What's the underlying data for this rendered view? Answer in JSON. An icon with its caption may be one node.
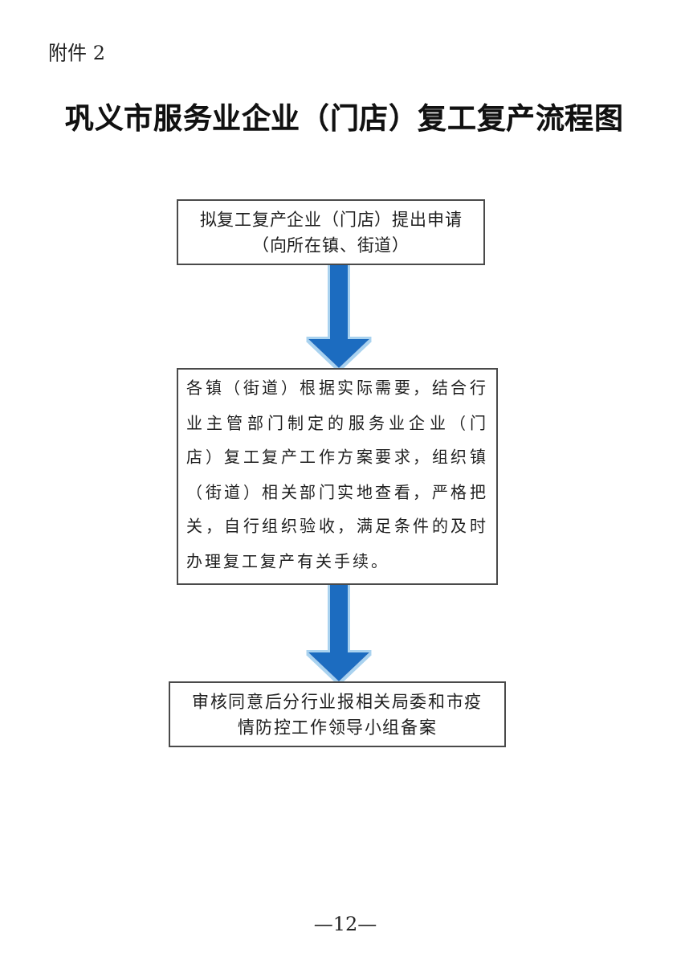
{
  "diagram": {
    "title": "巩义市服务业企业（门店）复工复产流程图",
    "nodes": [
      {
        "text": [
          "拟复工复产企业（门店）提出申请（向所在镇、街道）"
        ]
      },
      {
        "text": [
          "各镇（街道）根据实际需要，结合行业主管部门制定的服务业企业（门店）复工复产工作方案要求，组织镇（街道）相关部门实地查看，严格把关，自行组织验收，满足条件的及时办理复工复产有关手续。"
        ]
      },
      {
        "text": [
          "审核同意后分行业报相关局委和市疫情防控工作领导小组备案"
        ]
      }
    ],
    "edges": [
      {
        "from": 0,
        "to": 1,
        "arrow": "to"
      },
      {
        "from": 1,
        "to": 2,
        "arrow": "to"
      }
    ],
    "labels": [
      "附件 2",
      "—12—"
    ]
  }
}
